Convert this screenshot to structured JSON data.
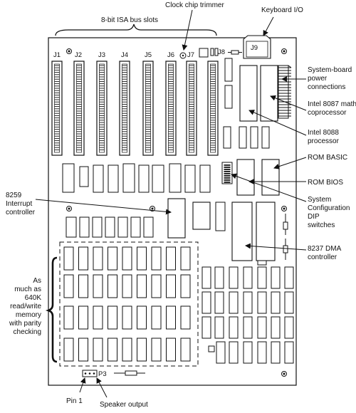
{
  "labels": {
    "isa_slots": "8-bit ISA bus slots",
    "clock_trimmer": "Clock chip trimmer",
    "keyboard_io": "Keyboard I/O",
    "power_l1": "System-board",
    "power_l2": "power",
    "power_l3": "connections",
    "math_l1": "Intel 8087 math",
    "math_l2": "coprocessor",
    "cpu_l1": "Intel 8088",
    "cpu_l2": "processor",
    "rom_basic": "ROM BASIC",
    "rom_bios": "ROM BIOS",
    "dip_l1": "System",
    "dip_l2": "Configuration",
    "dip_l3": "DIP",
    "dip_l4": "switches",
    "intr_l1": "8259",
    "intr_l2": "Interrupt",
    "intr_l3": "controller",
    "dma_l1": "8237 DMA",
    "dma_l2": "controller",
    "mem_l1": "As",
    "mem_l2": "much as",
    "mem_l3": "640K",
    "mem_l4": "read/write",
    "mem_l5": "memory",
    "mem_l6": "with parity",
    "mem_l7": "checking",
    "pin1": "Pin 1",
    "speaker": "Speaker output"
  },
  "board_labels": {
    "slots": [
      "J1",
      "J2",
      "J3",
      "J4",
      "J5",
      "J6",
      "J7"
    ],
    "j8": "J8",
    "j9": "J9",
    "p3": "P3"
  },
  "colors": {
    "line": "#111111",
    "chip_fill": "#ffffff",
    "board_fill": "#ffffff"
  }
}
